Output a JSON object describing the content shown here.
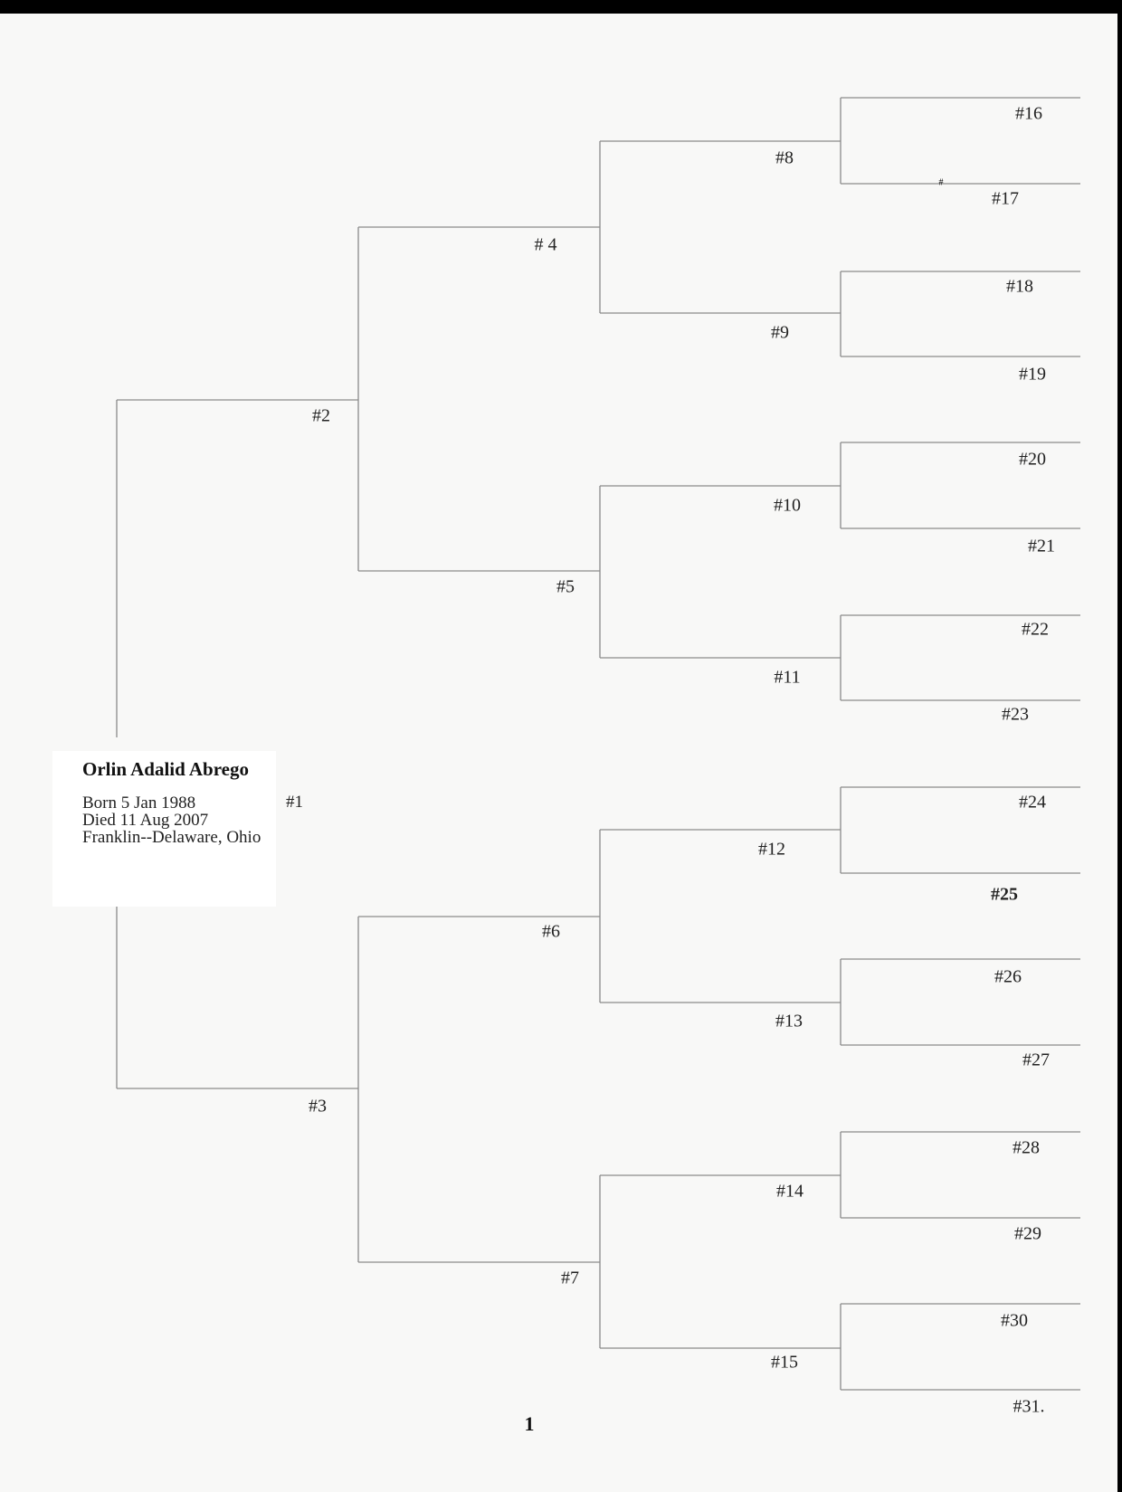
{
  "person": {
    "name": "Orlin Adalid Abrego",
    "born": "Born  5 Jan 1988",
    "died": "Died 11 Aug 2007",
    "place": "Franklin--Delaware, Ohio",
    "number": "#1"
  },
  "ancestor_labels": [
    "#2",
    "#3",
    "# 4",
    "#5",
    "#6",
    "#7",
    "#8",
    "#9",
    "#10",
    "#11",
    "#12",
    "#13",
    "#14",
    "#15",
    "#16",
    "#17",
    "#18",
    "#19",
    "#20",
    "#21",
    "#22",
    "#23",
    "#24",
    "#25",
    "#26",
    "#27",
    "#28",
    "#29",
    "#30",
    "#31."
  ],
  "stray_mark": "#",
  "page_number": "1"
}
